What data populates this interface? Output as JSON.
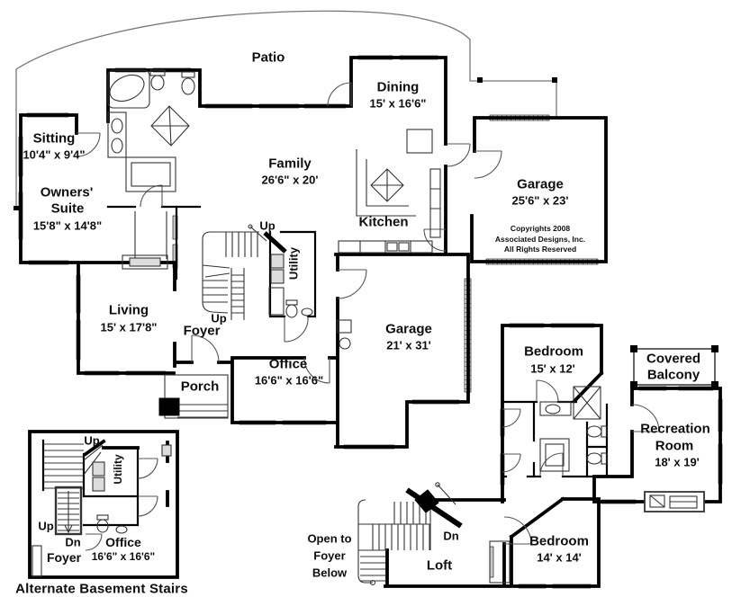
{
  "plan": {
    "patio": "Patio",
    "rooms": {
      "dining": {
        "name": "Dining",
        "dim": "15' x 16'6\""
      },
      "sitting": {
        "name": "Sitting",
        "dim": "10'4\" x 9'4\""
      },
      "owners_suite": {
        "line1": "Owners'",
        "line2": "Suite",
        "dim": "15'8\" x 14'8\""
      },
      "family": {
        "name": "Family",
        "dim": "26'6\" x 20'"
      },
      "kitchen": {
        "name": "Kitchen"
      },
      "garage_upper": {
        "name": "Garage",
        "dim": "25'6\" x 23'"
      },
      "living": {
        "name": "Living",
        "dim": "15' x 17'8\""
      },
      "foyer": {
        "name": "Foyer"
      },
      "porch": {
        "name": "Porch"
      },
      "office": {
        "name": "Office",
        "dim": "16'6\" x 16'6\""
      },
      "garage_lower": {
        "name": "Garage",
        "dim": "21' x 31'"
      },
      "utility": {
        "name": "Utility"
      },
      "bedroom_upper": {
        "name": "Bedroom",
        "dim": "15' x 12'"
      },
      "covered_balcony": {
        "line1": "Covered",
        "line2": "Balcony"
      },
      "recreation": {
        "line1": "Recreation",
        "line2": "Room",
        "dim": "18' x 19'"
      },
      "bedroom_lower": {
        "name": "Bedroom",
        "dim": "14' x 14'"
      },
      "loft": {
        "name": "Loft"
      }
    },
    "labels": {
      "up": "Up",
      "dn": "Dn",
      "open_line1": "Open to",
      "open_line2": "Foyer",
      "open_line3": "Below"
    },
    "copyright": {
      "line1": "Copyrights 2008",
      "line2": "Associated Designs, Inc.",
      "line3": "All Rights Reserved"
    },
    "inset": {
      "caption": "Alternate Basement Stairs",
      "office": "Office",
      "office_dim": "16'6\" x 16'6\"",
      "foyer": "Foyer",
      "utility": "Utility",
      "up": "Up",
      "dn": "Dn"
    },
    "colors": {
      "wall": "#000000",
      "window": "#c9c9c9",
      "property_line": "#777777"
    }
  }
}
